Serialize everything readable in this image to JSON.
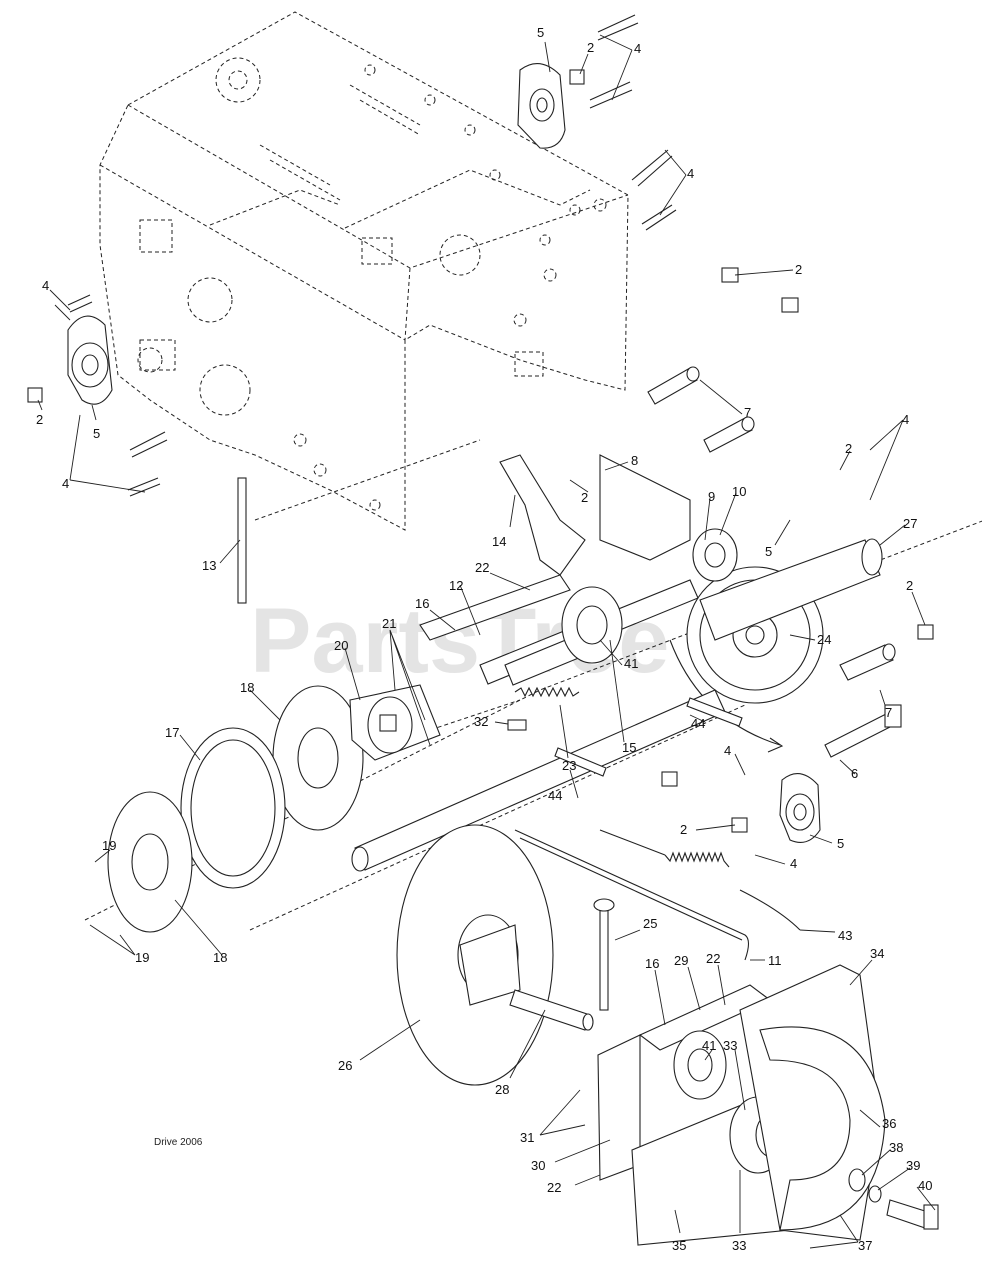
{
  "watermark": "PartsTree",
  "drawing_code": "Drive 2006",
  "callouts": [
    {
      "id": "c5a",
      "text": "5"
    },
    {
      "id": "c2a",
      "text": "2"
    },
    {
      "id": "c4a",
      "text": "4"
    },
    {
      "id": "c4b",
      "text": "4"
    },
    {
      "id": "c4c",
      "text": "4"
    },
    {
      "id": "c2b",
      "text": "2"
    },
    {
      "id": "c5b",
      "text": "5"
    },
    {
      "id": "c4d",
      "text": "4"
    },
    {
      "id": "c2c",
      "text": "2"
    },
    {
      "id": "c7a",
      "text": "7"
    },
    {
      "id": "c8",
      "text": "8"
    },
    {
      "id": "c2d",
      "text": "2"
    },
    {
      "id": "c14",
      "text": "14"
    },
    {
      "id": "c9",
      "text": "9"
    },
    {
      "id": "c10",
      "text": "10"
    },
    {
      "id": "c2e",
      "text": "2"
    },
    {
      "id": "c4e",
      "text": "4"
    },
    {
      "id": "c5c",
      "text": "5"
    },
    {
      "id": "c27",
      "text": "27"
    },
    {
      "id": "c13",
      "text": "13"
    },
    {
      "id": "c22a",
      "text": "22"
    },
    {
      "id": "c12",
      "text": "12"
    },
    {
      "id": "c16a",
      "text": "16"
    },
    {
      "id": "c21",
      "text": "21"
    },
    {
      "id": "c20",
      "text": "20"
    },
    {
      "id": "c41a",
      "text": "41"
    },
    {
      "id": "c24",
      "text": "24"
    },
    {
      "id": "c2f",
      "text": "2"
    },
    {
      "id": "c18a",
      "text": "18"
    },
    {
      "id": "c32",
      "text": "32"
    },
    {
      "id": "c23",
      "text": "23"
    },
    {
      "id": "c15",
      "text": "15"
    },
    {
      "id": "c44a",
      "text": "44"
    },
    {
      "id": "c7b",
      "text": "7"
    },
    {
      "id": "c17",
      "text": "17"
    },
    {
      "id": "c4f",
      "text": "4"
    },
    {
      "id": "c6",
      "text": "6"
    },
    {
      "id": "c44b",
      "text": "44"
    },
    {
      "id": "c2g",
      "text": "2"
    },
    {
      "id": "c5d",
      "text": "5"
    },
    {
      "id": "c19a",
      "text": "19"
    },
    {
      "id": "c4g",
      "text": "4"
    },
    {
      "id": "c19b",
      "text": "19"
    },
    {
      "id": "c18b",
      "text": "18"
    },
    {
      "id": "c43",
      "text": "43"
    },
    {
      "id": "c25",
      "text": "25"
    },
    {
      "id": "c11",
      "text": "11"
    },
    {
      "id": "c16b",
      "text": "16"
    },
    {
      "id": "c29",
      "text": "29"
    },
    {
      "id": "c22b",
      "text": "22"
    },
    {
      "id": "c34",
      "text": "34"
    },
    {
      "id": "c26",
      "text": "26"
    },
    {
      "id": "c28",
      "text": "28"
    },
    {
      "id": "c41b",
      "text": "41"
    },
    {
      "id": "c33a",
      "text": "33"
    },
    {
      "id": "c31",
      "text": "31"
    },
    {
      "id": "c36",
      "text": "36"
    },
    {
      "id": "c38",
      "text": "38"
    },
    {
      "id": "c39",
      "text": "39"
    },
    {
      "id": "c30",
      "text": "30"
    },
    {
      "id": "c40",
      "text": "40"
    },
    {
      "id": "c22c",
      "text": "22"
    },
    {
      "id": "c35",
      "text": "35"
    },
    {
      "id": "c33b",
      "text": "33"
    },
    {
      "id": "c37",
      "text": "37"
    }
  ]
}
